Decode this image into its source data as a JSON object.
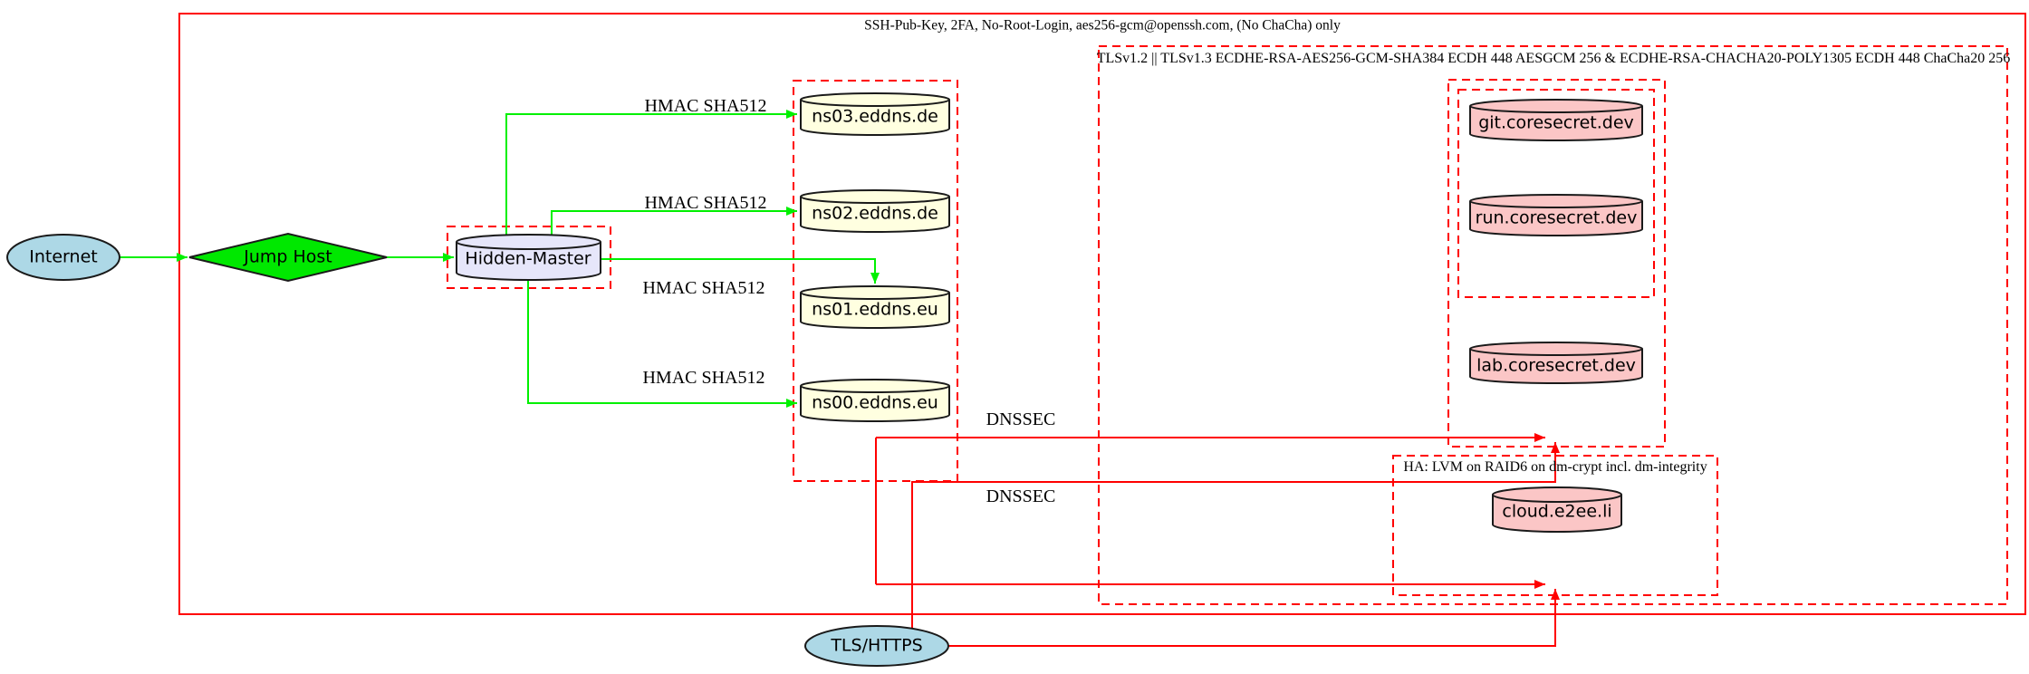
{
  "colors": {
    "bg": "#ffffff",
    "text": "#000000",
    "node_border": "#1a1a1a",
    "edge_green": "#00f000",
    "edge_red": "#ff0000",
    "internet_fill": "#add8e6",
    "jump_fill": "#00e800",
    "master_fill": "#e6e6fa",
    "dns_fill": "#ffffe0",
    "web_fill": "#fbc6c6"
  },
  "clusters": {
    "ssh": {
      "label": "SSH-Pub-Key, 2FA, No-Root-Login, aes256-gcm@openssh.com, (No ChaCha) only"
    },
    "tls": {
      "label": "TLSv1.2 || TLSv1.3 ECDHE-RSA-AES256-GCM-SHA384 ECDH 448 AESGCM 256 & ECDHE-RSA-CHACHA20-POLY1305 ECDH 448 ChaCha20 256"
    },
    "ha": {
      "label": "HA: LVM on RAID6 on dm-crypt incl. dm-integrity"
    }
  },
  "nodes": {
    "internet": {
      "label": "Internet"
    },
    "jump_host": {
      "label": "Jump Host"
    },
    "hidden_master": {
      "label": "Hidden-Master"
    },
    "ns03": {
      "label": "ns03.eddns.de"
    },
    "ns02": {
      "label": "ns02.eddns.de"
    },
    "ns01": {
      "label": "ns01.eddns.eu"
    },
    "ns00": {
      "label": "ns00.eddns.eu"
    },
    "git": {
      "label": "git.coresecret.dev"
    },
    "run": {
      "label": "run.coresecret.dev"
    },
    "lab": {
      "label": "lab.coresecret.dev"
    },
    "cloud": {
      "label": "cloud.e2ee.li"
    },
    "tls_https": {
      "label": "TLS/HTTPS"
    }
  },
  "edge_labels": {
    "hmac_ns03": "HMAC SHA512",
    "hmac_ns02": "HMAC SHA512",
    "hmac_ns01": "HMAC SHA512",
    "hmac_ns00": "HMAC SHA512",
    "dnssec_1": "DNSSEC",
    "dnssec_2": "DNSSEC"
  }
}
